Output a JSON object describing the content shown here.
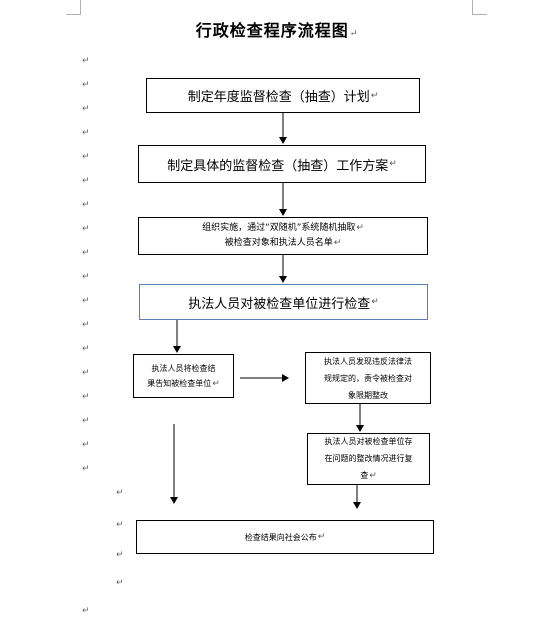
{
  "document": {
    "title": "行政检查程序流程图",
    "paragraph_mark": "↵"
  },
  "flow": {
    "step1": "制定年度监督检查（抽查）计划",
    "step2": "制定具体的监督检查（抽查）工作方案",
    "step3_line1": "组织实施，通过“双随机”系统随机抽取",
    "step3_line2": "被检查对象和执法人员名单",
    "step4": "执法人员对被检查单位进行检查",
    "left_box_line1": "执法人员将检查结",
    "left_box_line2": "果告知被检查单位",
    "right_box1_line1": "执法人员发现违反法律法",
    "right_box1_line2": "规规定的，责令被检查对",
    "right_box1_line3": "象限期整改",
    "right_box2_line1": "执法人员对被检查单位存",
    "right_box2_line2": "在问题的整改情况进行复",
    "right_box2_line3": "查",
    "final": "检查结果向社会公布"
  }
}
